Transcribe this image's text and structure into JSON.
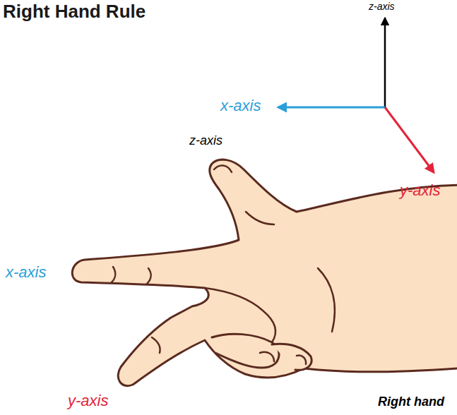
{
  "diagram": {
    "title": "Right Hand Rule",
    "labels": [
      "z-axis",
      "x-axis",
      "y-axis",
      "z-axis",
      "x-axis",
      "y-axis",
      "Right hand"
    ]
  }
}
